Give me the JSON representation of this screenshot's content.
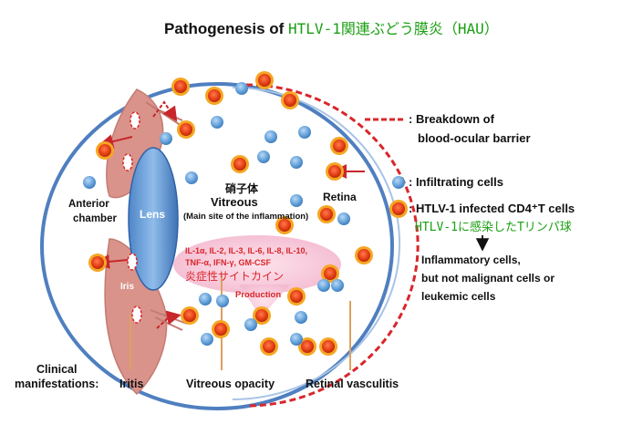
{
  "title": {
    "prefix": "Pathogenesis of ",
    "jp": "HTLV-1関連ぶどう膜炎（HAU）"
  },
  "eye": {
    "lens": "Lens",
    "anterior_chamber_line1": "Anterior",
    "anterior_chamber_line2": "chamber",
    "iris": "Iris",
    "vitreous_jp": "硝子体",
    "vitreous": "Vitreous",
    "vitreous_sub": "(Main site of the inflammation)",
    "retina": "Retina",
    "cytokines_line1": "IL-1α, IL-2, IL-3, IL-6, IL-8, IL-10,",
    "cytokines_line2": "TNF-α, IFN-γ, GM-CSF",
    "cytokines_jp": "炎症性サイトカイン",
    "production": "Production"
  },
  "legend": {
    "breakdown_line1": ": Breakdown of",
    "breakdown_line2": "blood-ocular barrier",
    "infiltrating": ": Infiltrating cells",
    "htlv_infected": ": HTLV-1 infected CD4⁺T cells",
    "htlv_infected_jp": "HTLV-1に感染したTリンパ球",
    "inflammatory_line1": "Inflammatory cells,",
    "inflammatory_line2": "but not malignant cells or",
    "inflammatory_line3": "leukemic cells"
  },
  "clinical": {
    "label_line1": "Clinical",
    "label_line2": "manifestations:",
    "iritis": "Iritis",
    "vitreous_opacity": "Vitreous opacity",
    "retinal_vasculitis": "Retinal vasculitis"
  },
  "colors": {
    "infected_cell": "#e8421a",
    "infected_ring": "#f5a623",
    "infiltrating_cell": "#5b9bd5",
    "barrier": "#d9262b",
    "eye_outline": "#4f7fc0",
    "iris": "#d9938a",
    "cytokine_bubble": "#f7cddc",
    "clinical_line": "#e0a060",
    "jp_text": "#1aa012"
  }
}
